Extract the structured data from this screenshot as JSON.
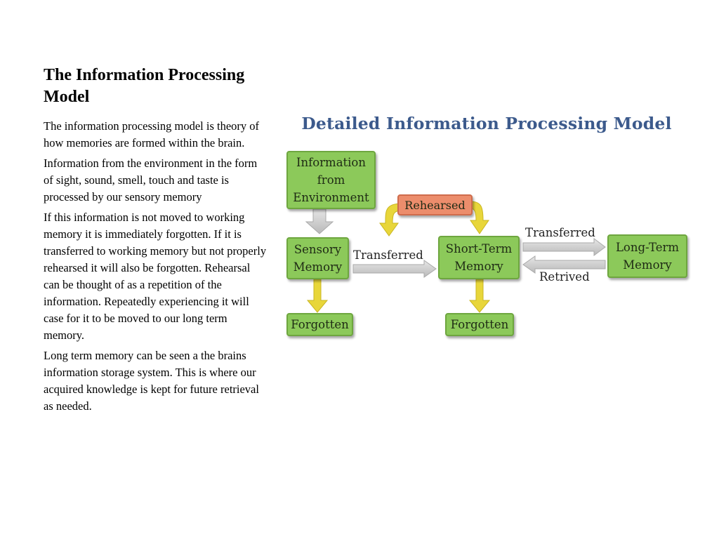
{
  "slide": {
    "title": "The Information Processing Model",
    "paragraphs": [
      "The information processing model is theory of how memories are formed within the brain.",
      "Information from the environment in the form of sight, sound, smell, touch and taste is processed by our sensory memory",
      "If this information is not moved to working memory it is immediately forgotten. If it is transferred to working memory but not properly rehearsed it will also be forgotten. Rehearsal can be thought of as a repetition of the information. Repeatedly experiencing it will case for it to be moved to our long term memory.",
      "Long term memory can be seen a the brains information storage system. This is where our acquired knowledge is kept for future retrieval as needed."
    ]
  },
  "diagram": {
    "title": "Detailed Information Processing Model",
    "nodes": {
      "environment": "Information\nfrom\nEnvironment",
      "sensory": "Sensory\nMemory",
      "short_term": "Short-Term\nMemory",
      "long_term": "Long-Term\nMemory",
      "rehearsed": "Rehearsed",
      "forgotten_sensory": "Forgotten",
      "forgotten_short": "Forgotten"
    },
    "edge_labels": {
      "sensory_to_short": "Transferred",
      "short_to_long": "Transferred",
      "long_to_short": "Retrived"
    },
    "colors": {
      "box_green": "#8cc95a",
      "box_rehearsed": "#ec8d6c",
      "arrow_yellow": "#e8d63a",
      "arrow_gray": "#c8c8c8",
      "title_blue": "#3c5a8c"
    }
  }
}
